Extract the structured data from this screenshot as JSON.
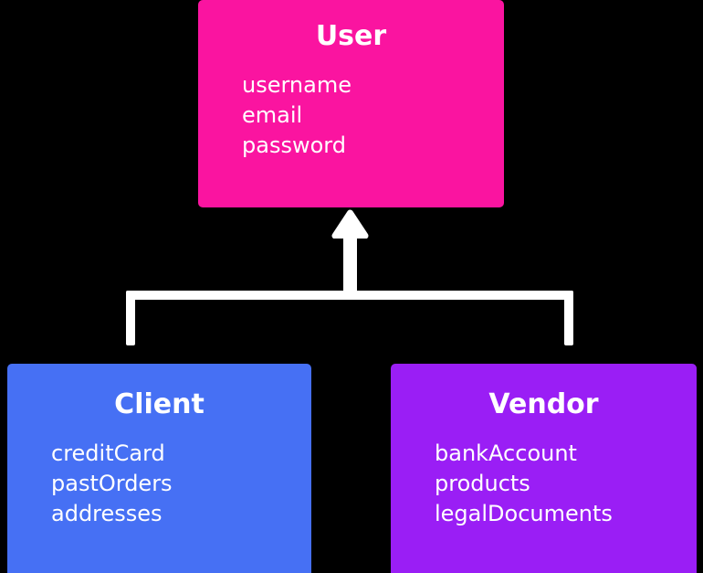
{
  "diagram": {
    "type": "class-inheritance-diagram",
    "background_color": "#000000",
    "connector_color": "#ffffff",
    "text_color": "#ffffff",
    "relation": "Client and Vendor inherit from User (arrow points up to User)",
    "nodes": [
      {
        "id": "user",
        "title": "User",
        "color": "#fa14a0",
        "fields": [
          "username",
          "email",
          "password"
        ]
      },
      {
        "id": "client",
        "title": "Client",
        "color": "#4670f4",
        "fields": [
          "creditCard",
          "pastOrders",
          "addresses"
        ]
      },
      {
        "id": "vendor",
        "title": "Vendor",
        "color": "#9a1ef5",
        "fields": [
          "bankAccount",
          "products",
          "legalDocuments"
        ]
      }
    ]
  }
}
